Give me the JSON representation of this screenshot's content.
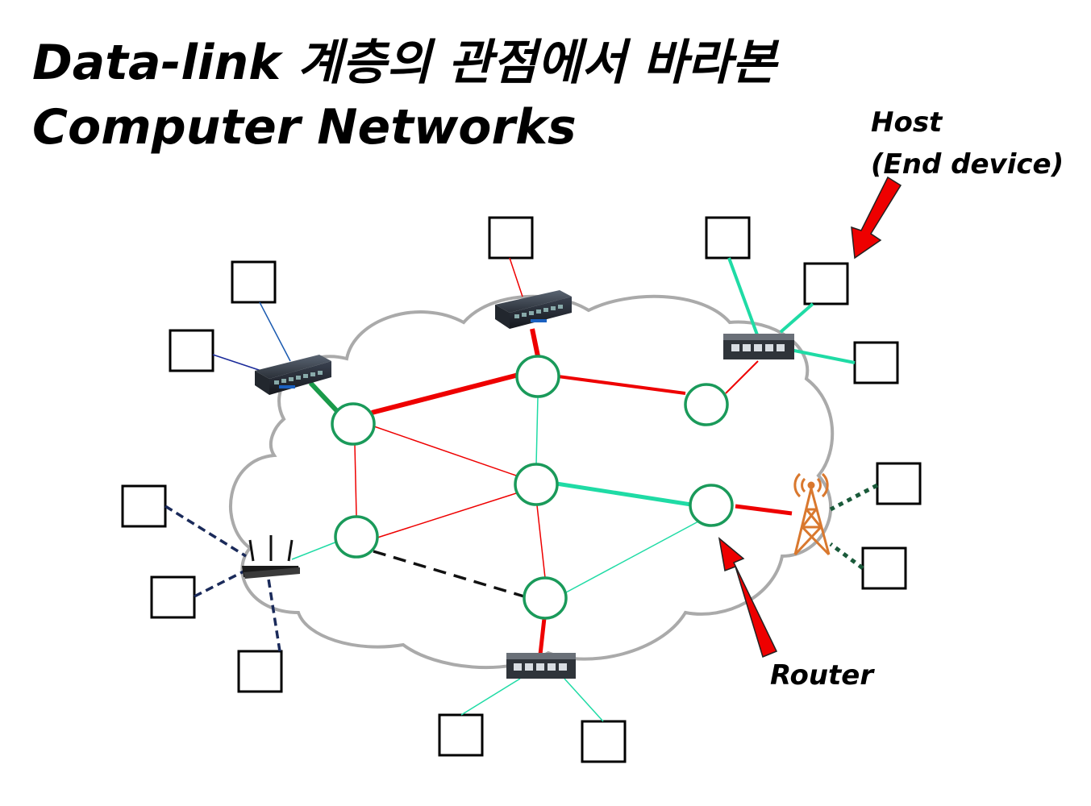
{
  "title": {
    "line1": "Data-link 계층의 관점에서 바라본",
    "line2": "Computer Networks"
  },
  "labels": {
    "host_line1": "Host",
    "host_line2": "(End device)",
    "router": "Router"
  },
  "colors": {
    "red_link": "#ee0000",
    "teal_link": "#1fdba5",
    "green_link": "#1a9a4a",
    "navy_link": "#1a2a5a",
    "router_node": "#1a9a5a",
    "cloud": "#aaaaaa",
    "arrow": "#ee0000",
    "tower": "#d9782e"
  },
  "icons": [
    "switch-icon",
    "wifi-router-icon",
    "cell-tower-icon",
    "host-box-icon",
    "router-node-icon"
  ]
}
